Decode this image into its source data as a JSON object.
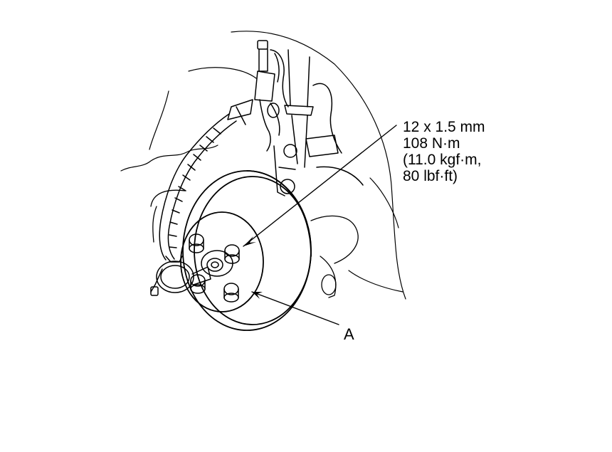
{
  "diagram": {
    "spec_callout": {
      "lines": [
        "12 x 1.5 mm",
        "108 N·m",
        "(11.0 kgf·m,",
        "80 lbf·ft)"
      ]
    },
    "part_label": "A"
  },
  "colors": {
    "line": "#000000",
    "background": "#ffffff"
  }
}
